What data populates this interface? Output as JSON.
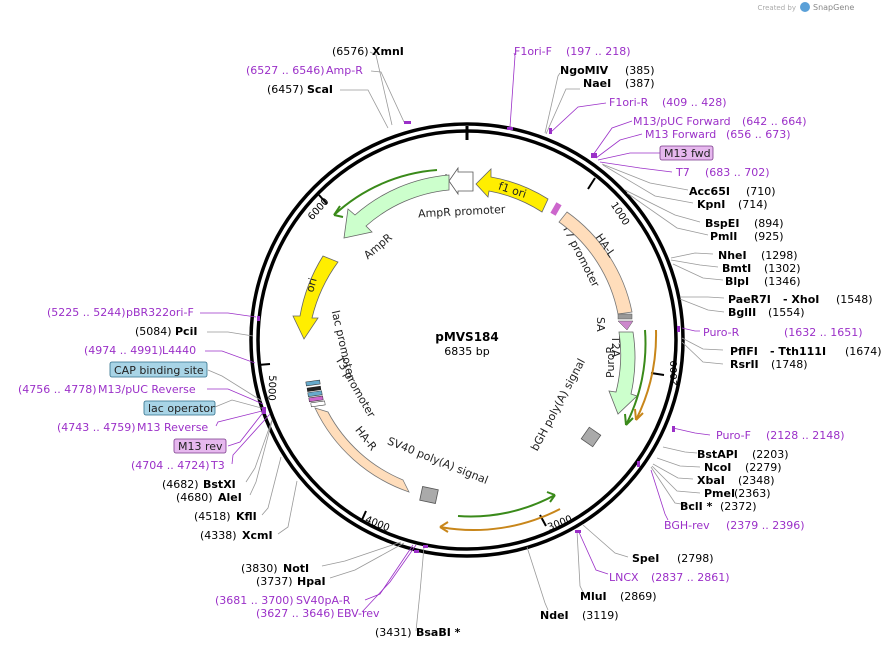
{
  "header": {
    "brand_prefix": "Created by",
    "brand_name": "SnapGene"
  },
  "plasmid": {
    "name": "pMVS184",
    "size_label": "6835 bp"
  },
  "ruler": [
    {
      "label": "1000"
    },
    {
      "label": "2000"
    },
    {
      "label": "3000"
    },
    {
      "label": "4000"
    },
    {
      "label": "5000"
    },
    {
      "label": "6000"
    }
  ],
  "features": [
    {
      "name": "f1 ori",
      "color": "#ffee00"
    },
    {
      "name": "AmpR promoter",
      "color": "#ffffff"
    },
    {
      "name": "AmpR",
      "color": "#ccffcc"
    },
    {
      "name": "ori",
      "color": "#ffee00"
    },
    {
      "name": "lac promoter",
      "color": "#ffffff"
    },
    {
      "name": "T3 promoter",
      "color": "#ffffff"
    },
    {
      "name": "T7 promoter",
      "color": "#ffffff"
    },
    {
      "name": "HA-L",
      "color": "#ffddbb"
    },
    {
      "name": "SA",
      "color": "#ffffff"
    },
    {
      "name": "T2A",
      "color": "#ffffff"
    },
    {
      "name": "PuroR",
      "color": "#ccffcc"
    },
    {
      "name": "bGH poly(A) signal",
      "color": "#aaaaaa"
    },
    {
      "name": "HA-R",
      "color": "#ffddbb"
    },
    {
      "name": "SV40 poly(A) signal",
      "color": "#aaaaaa"
    }
  ],
  "right_labels": [
    {
      "name": "XmnI",
      "pos": "(6576)"
    },
    {
      "name": "Amp-R",
      "pos": "(6527 .. 6546)"
    },
    {
      "name": "ScaI",
      "pos": "(6457)"
    },
    {
      "name": "F1ori-F",
      "pos": "(197 .. 218)"
    },
    {
      "name": "NgoMIV",
      "pos": "(385)"
    },
    {
      "name": "NaeI",
      "pos": "(387)"
    },
    {
      "name": "F1ori-R",
      "pos": "(409 .. 428)"
    },
    {
      "name": "M13/pUC Forward",
      "pos": "(642 .. 664)"
    },
    {
      "name": "M13 Forward",
      "pos": "(656 .. 673)"
    },
    {
      "name": "M13 fwd",
      "pos": ""
    },
    {
      "name": "T7",
      "pos": "(683 .. 702)"
    },
    {
      "name": "Acc65I",
      "pos": "(710)"
    },
    {
      "name": "KpnI",
      "pos": "(714)"
    },
    {
      "name": "BspEI",
      "pos": "(894)"
    },
    {
      "name": "PmlI",
      "pos": "(925)"
    },
    {
      "name": "NheI",
      "pos": "(1298)"
    },
    {
      "name": "BmtI",
      "pos": "(1302)"
    },
    {
      "name": "BlpI",
      "pos": "(1346)"
    },
    {
      "name": "PaeR7I",
      "name2": "- XhoI",
      "pos": "(1548)"
    },
    {
      "name": "BglII",
      "pos": "(1554)"
    },
    {
      "name": "Puro-R",
      "pos": "(1632 .. 1651)"
    },
    {
      "name": "PflFI",
      "name2": "- Tth111I",
      "pos": "(1674)"
    },
    {
      "name": "RsrII",
      "pos": "(1748)"
    },
    {
      "name": "Puro-F",
      "pos": "(2128 .. 2148)"
    },
    {
      "name": "BstAPI",
      "pos": "(2203)"
    },
    {
      "name": "NcoI",
      "pos": "(2279)"
    },
    {
      "name": "XbaI",
      "pos": "(2348)"
    },
    {
      "name": "PmeI",
      "pos": "(2363)"
    },
    {
      "name": "BclI *",
      "pos": "(2372)"
    },
    {
      "name": "BGH-rev",
      "pos": "(2379 .. 2396)"
    },
    {
      "name": "SpeI",
      "pos": "(2798)"
    },
    {
      "name": "LNCX",
      "pos": "(2837 .. 2861)"
    },
    {
      "name": "MluI",
      "pos": "(2869)"
    },
    {
      "name": "NdeI",
      "pos": "(3119)"
    }
  ],
  "left_labels": [
    {
      "name": "pBR322ori-F",
      "pos": "(5225 .. 5244)"
    },
    {
      "name": "PciI",
      "pos": "(5084)"
    },
    {
      "name": "L4440",
      "pos": "(4974 .. 4991)"
    },
    {
      "name": "CAP binding site",
      "pos": ""
    },
    {
      "name": "M13/pUC Reverse",
      "pos": "(4756 .. 4778)"
    },
    {
      "name": "lac operator",
      "pos": ""
    },
    {
      "name": "M13 Reverse",
      "pos": "(4743 .. 4759)"
    },
    {
      "name": "M13 rev",
      "pos": ""
    },
    {
      "name": "T3",
      "pos": "(4704 .. 4724)"
    },
    {
      "name": "BstXI",
      "pos": "(4682)"
    },
    {
      "name": "AleI",
      "pos": "(4680)"
    },
    {
      "name": "KflI",
      "pos": "(4518)"
    },
    {
      "name": "XcmI",
      "pos": "(4338)"
    },
    {
      "name": "NotI",
      "pos": "(3830)"
    },
    {
      "name": "HpaI",
      "pos": "(3737)"
    },
    {
      "name": "SV40pA-R",
      "pos": "(3681 .. 3700)"
    },
    {
      "name": "EBV-rev",
      "pos": "(3627 .. 3646)"
    },
    {
      "name": "BsaBI *",
      "pos": "(3431)"
    }
  ]
}
